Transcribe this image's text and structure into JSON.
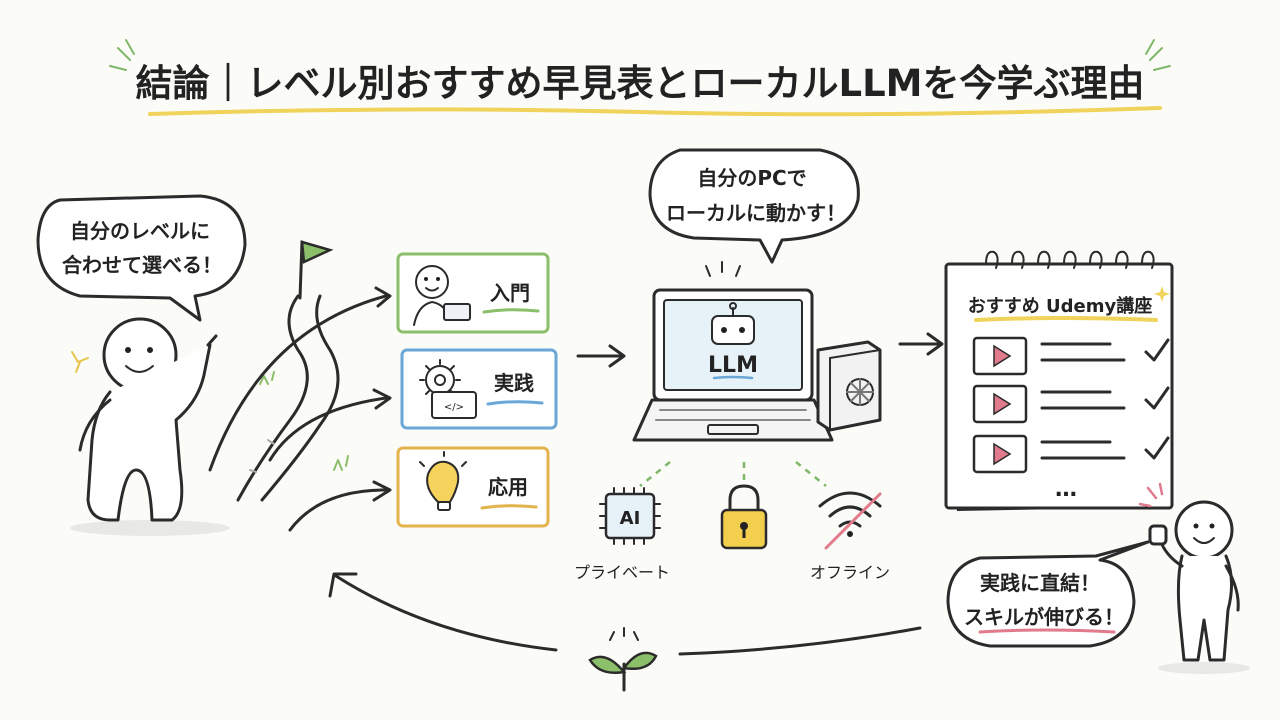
{
  "title": "結論｜レベル別おすすめ早見表とローカルLLMを今学ぶ理由",
  "bubbles": {
    "left_line1": "自分のレベルに",
    "left_line2": "合わせて選べる！",
    "top_line1": "自分のPCで",
    "top_line2": "ローカルに動かす！",
    "right_line1": "実践に直結！",
    "right_line2": "スキルが伸びる！"
  },
  "levels": [
    {
      "label": "入門",
      "color": "#8bbf6a"
    },
    {
      "label": "実践",
      "color": "#6aa6d6"
    },
    {
      "label": "応用",
      "color": "#e3b34c"
    }
  ],
  "laptop": {
    "screen_label": "LLM"
  },
  "features": [
    {
      "label": "プライベート",
      "icon": "ai-chip-icon",
      "chip_text": "AI"
    },
    {
      "label": "",
      "icon": "padlock-icon"
    },
    {
      "label": "オフライン",
      "icon": "wifi-off-icon"
    }
  ],
  "notebook": {
    "header": "おすすめ Udemy講座",
    "more": "…"
  },
  "colors": {
    "green": "#8bbf6a",
    "blue": "#6aa6d6",
    "yellow": "#e3b34c",
    "red": "#e07a8c",
    "title_underline": "#f0d35a"
  }
}
